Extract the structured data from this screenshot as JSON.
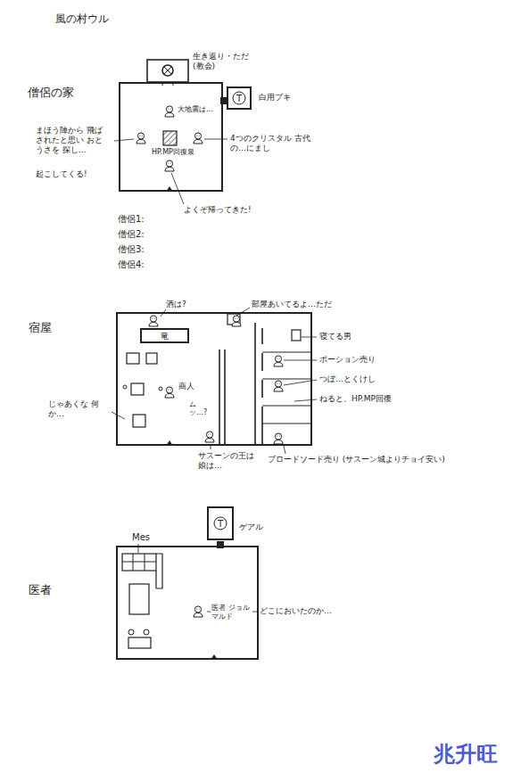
{
  "diagram": {
    "title": "風の村ウル",
    "nodes": [
      {
        "text": [
          "僧侶の家"
        ]
      },
      {
        "text": [
          "T",
          "白用ブキ"
        ]
      },
      {
        "text": [
          "宿屋"
        ]
      },
      {
        "text": [
          "竜"
        ],
        "in": 2
      },
      {
        "text": [
          "医者"
        ]
      },
      {
        "text": [
          "T",
          "ゲアル"
        ]
      }
    ],
    "labels": [
      "生き返り・ただ (教会)",
      "大地震は…",
      "まほう陣から 飛ばされたと思い おとうさを 探し…",
      "4つのクリスタル 古代の…にまし",
      "HP.MP回復泉",
      "起こしてくる!",
      "よくぞ帰ってきた!",
      "僧侶1:",
      "僧侶2:",
      "僧侶3:",
      "僧侶4:",
      "酒は?",
      "じゃあくな 何か…",
      "商人",
      "ムッ…?",
      "サスーンの王は 娘は…",
      "部屋あいてるよ…ただ",
      "寝てる男",
      "ポーション売り",
      "つぼ…とくけし",
      "ねると、HP.MP回復",
      "ブロードソード売り (サスーン城よりチョイ安い)",
      "Mes",
      "医者 ジョルマルド",
      "どこにおいたのか…",
      "兆升旺"
    ]
  }
}
